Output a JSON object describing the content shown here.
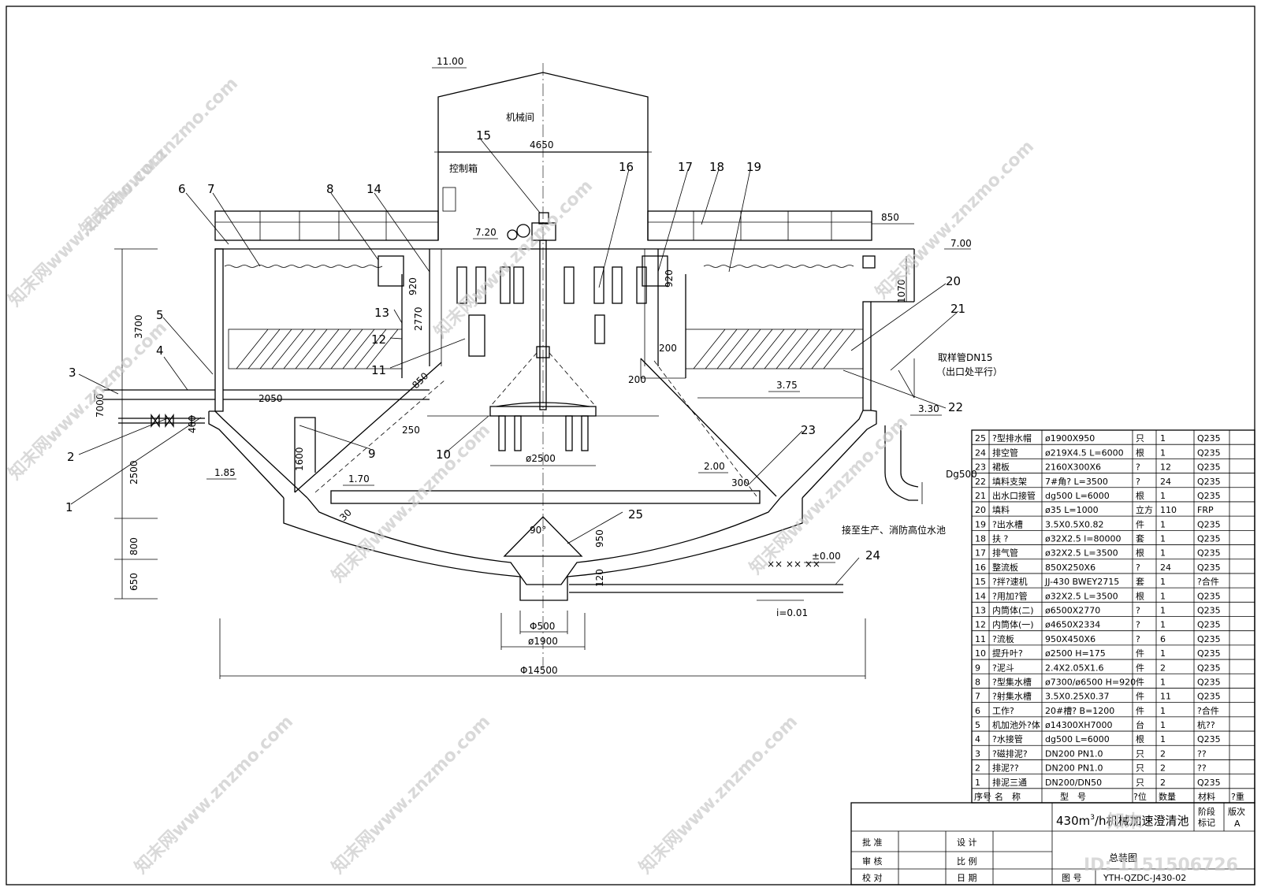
{
  "elevations": {
    "roof": "11.00",
    "machine_floor": "7.20",
    "top_water": "7.00",
    "e375": "3.75",
    "e330": "3.30",
    "e200": "2.00",
    "e185": "1.85",
    "e170": "1.70",
    "e000": "±0.00"
  },
  "room_labels": {
    "machine_room": "机械间",
    "control_box": "控制箱"
  },
  "dimensions": {
    "d4650": "4650",
    "d850": "850",
    "d920a": "920",
    "d920b": "920",
    "d1070": "1070",
    "d2770": "2770",
    "d3700": "3700",
    "d7000": "7000",
    "d2500": "2500",
    "d800": "800",
    "d650": "650",
    "d2050": "2050",
    "d400": "400",
    "d1600": "1600",
    "d850b": "850",
    "d250": "250",
    "d200a": "200",
    "d200b": "200",
    "d300": "300",
    "d30": "30",
    "d950": "950",
    "d120": "120",
    "phi2500": "ø2500",
    "phi500": "Φ500",
    "phi1900": "ø1900",
    "phi14500": "Φ14500",
    "angle": "90°",
    "slope": "i=0.01"
  },
  "annotations": {
    "sample_pipe": "取样管DN15",
    "sample_pipe2": "（出口处平行）",
    "dg500": "Dg500",
    "to_tank": "接至生产、消防高位水池"
  },
  "callouts": [
    "1",
    "2",
    "3",
    "4",
    "5",
    "6",
    "7",
    "8",
    "9",
    "10",
    "11",
    "12",
    "13",
    "14",
    "15",
    "16",
    "17",
    "18",
    "19",
    "20",
    "21",
    "22",
    "23",
    "24",
    "25"
  ],
  "bom": {
    "rows": [
      [
        "25",
        "?型排水帽",
        "ø1900X950",
        "只",
        "1",
        "Q235"
      ],
      [
        "24",
        "排空管",
        "ø219X4.5 L=6000",
        "根",
        "1",
        "Q235"
      ],
      [
        "23",
        "裙板",
        "2160X300X6",
        "?",
        "12",
        "Q235"
      ],
      [
        "22",
        "填料支架",
        "7#角? L=3500",
        "?",
        "24",
        "Q235"
      ],
      [
        "21",
        "出水口接管",
        "dg500 L=6000",
        "根",
        "1",
        "Q235"
      ],
      [
        "20",
        "填料",
        "ø35 L=1000",
        "立方",
        "110",
        "FRP"
      ],
      [
        "19",
        "?出水槽",
        "3.5X0.5X0.82",
        "件",
        "1",
        "Q235"
      ],
      [
        "18",
        "扶 ?",
        "ø32X2.5 l=80000",
        "套",
        "1",
        "Q235"
      ],
      [
        "17",
        "排气管",
        "ø32X2.5 L=3500",
        "根",
        "1",
        "Q235"
      ],
      [
        "16",
        "整流板",
        "850X250X6",
        "?",
        "24",
        "Q235"
      ],
      [
        "15",
        "?拌?速机",
        "JJ-430 BWEY2715",
        "套",
        "1",
        "?合件"
      ],
      [
        "14",
        "?用加?管",
        "ø32X2.5 L=3500",
        "根",
        "1",
        "Q235"
      ],
      [
        "13",
        "内筒体(二)",
        "ø6500X2770",
        "?",
        "1",
        "Q235"
      ],
      [
        "12",
        "内筒体(一)",
        "ø4650X2334",
        "?",
        "1",
        "Q235"
      ],
      [
        "11",
        "?流板",
        "950X450X6",
        "?",
        "6",
        "Q235"
      ],
      [
        "10",
        "提升叶?",
        "ø2500 H=175",
        "件",
        "1",
        "Q235"
      ],
      [
        "9",
        "?泥斗",
        "2.4X2.05X1.6",
        "件",
        "2",
        "Q235"
      ],
      [
        "8",
        "?型集水槽",
        "ø7300/ø6500 H=920",
        "件",
        "1",
        "Q235"
      ],
      [
        "7",
        "?射集水槽",
        "3.5X0.25X0.37",
        "件",
        "11",
        "Q235"
      ],
      [
        "6",
        "工作?",
        "20#槽? B=1200",
        "件",
        "1",
        "?合件"
      ],
      [
        "5",
        "机加池外?体",
        "ø14300XH7000",
        "台",
        "1",
        "杭??"
      ],
      [
        "4",
        "?水接管",
        "dg500 L=6000",
        "根",
        "1",
        "Q235"
      ],
      [
        "3",
        "?磁排泥?",
        "DN200 PN1.0",
        "只",
        "2",
        "??"
      ],
      [
        "2",
        "排泥??",
        "DN200 PN1.0",
        "只",
        "2",
        "??"
      ],
      [
        "1",
        "排泥三通",
        "DN200/DN50",
        "只",
        "2",
        "Q235"
      ]
    ],
    "header": [
      "序号",
      "名　称",
      "型　号",
      "?位",
      "数量",
      "材料",
      "?重"
    ]
  },
  "title_block": {
    "title_prefix": "430m",
    "title_sup": "3",
    "title_rest": "/h机械加速澄清池",
    "subtitle": "总装图",
    "approve": "批 准",
    "review": "审 核",
    "check": "校 对",
    "design": "设 计",
    "scale": "比 例",
    "date": "日 期",
    "drawing_no_label": "图 号",
    "drawing_no": "YTH-QZDC-J430-02",
    "rev_label1": "阶段",
    "rev_label2": "标记",
    "version_label": "版次",
    "version": "A"
  },
  "watermarks": {
    "site": "知末网www.znzmo.com",
    "logo": "知末",
    "id": "ID: 1151506726"
  }
}
